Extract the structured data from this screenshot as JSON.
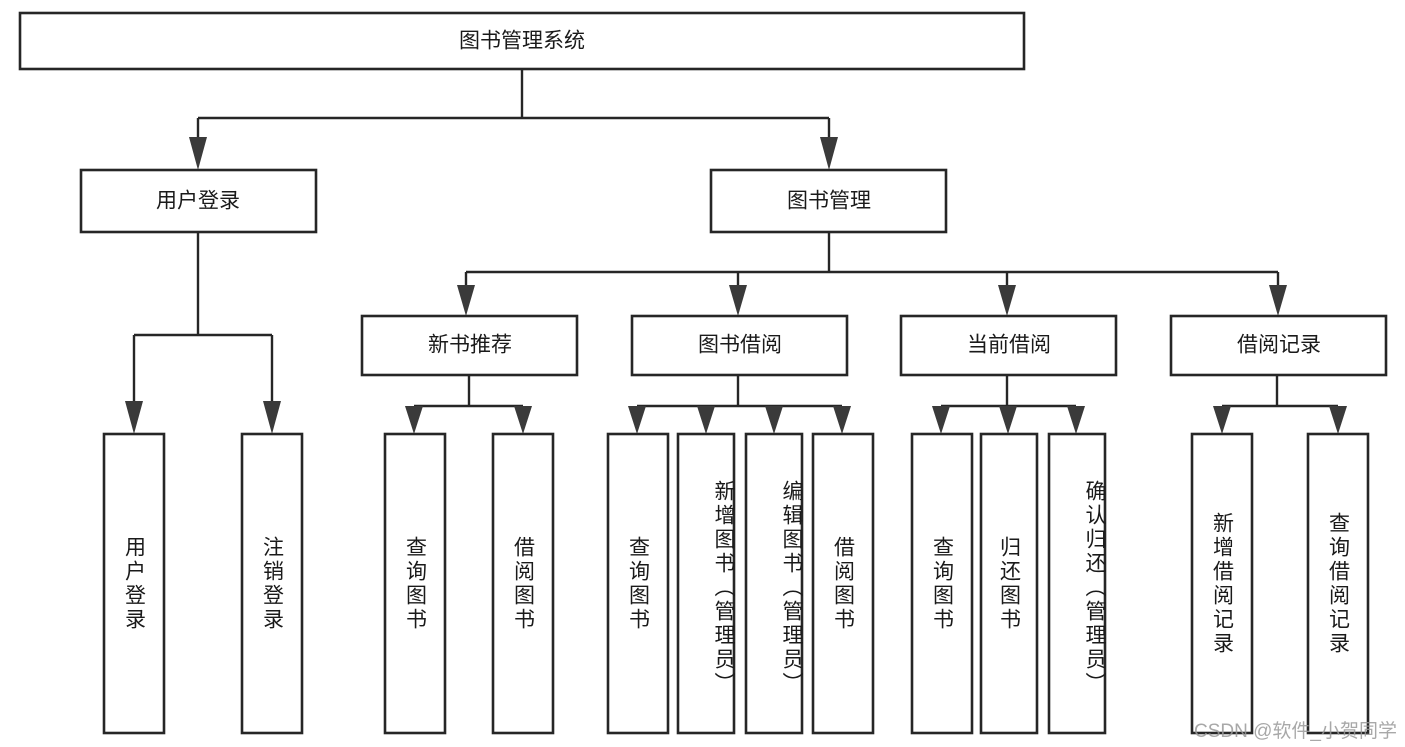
{
  "diagram": {
    "type": "tree-hierarchy",
    "title": "图书管理系统",
    "orientation": "top-down",
    "root": {
      "id": "root",
      "label": "图书管理系统"
    },
    "level2": [
      {
        "id": "user-login",
        "label": "用户登录"
      },
      {
        "id": "book-manage",
        "label": "图书管理"
      }
    ],
    "level3": [
      {
        "id": "new-book-recommend",
        "label": "新书推荐",
        "parent": "book-manage"
      },
      {
        "id": "book-borrow",
        "label": "图书借阅",
        "parent": "book-manage"
      },
      {
        "id": "current-borrow",
        "label": "当前借阅",
        "parent": "book-manage"
      },
      {
        "id": "borrow-record",
        "label": "借阅记录",
        "parent": "book-manage"
      }
    ],
    "leaves": [
      {
        "id": "leaf-user-login",
        "label": "用户登录",
        "parent": "user-login"
      },
      {
        "id": "leaf-user-logout",
        "label": "注销登录",
        "parent": "user-login"
      },
      {
        "id": "leaf-query-book-1",
        "label": "查询图书",
        "parent": "new-book-recommend"
      },
      {
        "id": "leaf-borrow-book-1",
        "label": "借阅图书",
        "parent": "new-book-recommend"
      },
      {
        "id": "leaf-query-book-2",
        "label": "查询图书",
        "parent": "book-borrow"
      },
      {
        "id": "leaf-add-book",
        "label": "新增图书（管理员）",
        "parent": "book-borrow"
      },
      {
        "id": "leaf-edit-book",
        "label": "编辑图书（管理员）",
        "parent": "book-borrow"
      },
      {
        "id": "leaf-borrow-book-2",
        "label": "借阅图书",
        "parent": "book-borrow"
      },
      {
        "id": "leaf-query-book-3",
        "label": "查询图书",
        "parent": "current-borrow"
      },
      {
        "id": "leaf-return-book",
        "label": "归还图书",
        "parent": "current-borrow"
      },
      {
        "id": "leaf-confirm-return",
        "label": "确认归还（管理员）",
        "parent": "current-borrow"
      },
      {
        "id": "leaf-add-record",
        "label": "新增借阅记录",
        "parent": "borrow-record"
      },
      {
        "id": "leaf-query-record",
        "label": "查询借阅记录",
        "parent": "borrow-record"
      }
    ],
    "colors": {
      "box_stroke": "#262626",
      "box_fill": "#ffffff",
      "text": "#1a1a1a",
      "edge": "#262626",
      "watermark": "#9a9a9a"
    }
  },
  "watermark": {
    "text": "CSDN @软件_小贺同学"
  }
}
